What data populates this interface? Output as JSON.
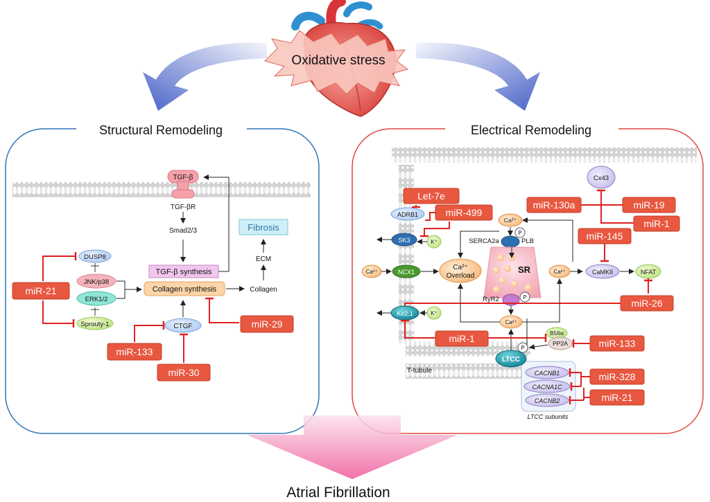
{
  "top": {
    "oxidative_stress": "Oxidative stress"
  },
  "structural": {
    "title": "Structural Remodeling",
    "tgfb": "TGF-β",
    "tgfbr": "TGF-βR",
    "smad": "Smad2/3",
    "tgfb_synthesis": "TGF-β synthesis",
    "collagen_synthesis": "Collagen synthesis",
    "collagen": "Collagen",
    "ecm": "ECM",
    "fibrosis": "Fibrosis",
    "dusp8": "DUSP8",
    "jnk": "JNK/p38",
    "erk": "ERK1/2",
    "sprouty": "Sprouty-1",
    "ctgf": "CTGF",
    "mir21": "miR-21",
    "mir29": "miR-29",
    "mir133": "miR-133",
    "mir30": "miR-30"
  },
  "electrical": {
    "title": "Electrical Remodeling",
    "let7e": "Let-7e",
    "mir499": "miR-499",
    "mir130a": "miR-130a",
    "mir19": "miR-19",
    "mir1_top": "miR-1",
    "mir145": "miR-145",
    "mir26": "miR-26",
    "mir1_mid": "miR-1",
    "mir133": "miR-133",
    "mir328": "miR-328",
    "mir21": "miR-21",
    "cx43": "Cx43",
    "adrb1": "ADRB1",
    "sk3": "SK3",
    "k_plus": "K⁺",
    "ca": "Ca²⁺",
    "ncx1": "NCX1",
    "ca_overload_1": "Ca²⁺",
    "ca_overload_2": "Overload",
    "serca": "SERCA2a",
    "plb": "PLB",
    "p": "P",
    "sr": "SR",
    "ryr2": "RyR2",
    "camkii": "CaMKII",
    "nfat": "NFAT",
    "kir": "Kir2.1",
    "b56": "B56α",
    "pp2a": "PP2A",
    "ltcc": "LTCC",
    "ttubule": "T-tubule",
    "cacnb1": "CACNB1",
    "cacna1c": "CACNA1C",
    "cacnb2": "CACNB2",
    "ltcc_subunits": "LTCC subunits"
  },
  "bottom": {
    "atrial_fibrillation": "Atrial Fibrillation"
  },
  "colors": {
    "structural_border": "#2e75b6",
    "electrical_border": "#e0463c",
    "mirna_fill": "#e8573f",
    "inhibit": "#e02020",
    "arrow_blue": "#6a7fd0",
    "af_arrow": "#f07aa8"
  }
}
